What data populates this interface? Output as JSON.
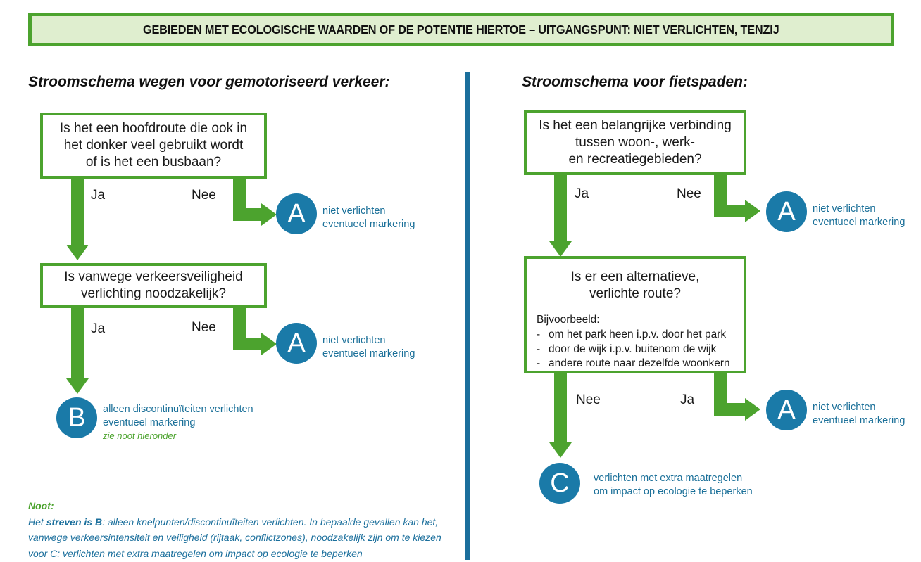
{
  "header": {
    "title": "GEBIEDEN MET ECOLOGISCHE WAARDEN OF DE POTENTIE HIERTOE – UITGANGSPUNT: NIET VERLICHTEN, TENZIJ",
    "band_color": "#4ca32e",
    "fill_color": "#dfeecf"
  },
  "colors": {
    "green": "#4ca32e",
    "blue": "#1a7aa8",
    "divider_blue": "#1b6f9c",
    "text_dark": "#1a1a1a"
  },
  "left_column": {
    "heading": "Stroomschema wegen voor gemotoriseerd verkeer:",
    "box1": {
      "text": "Is het een hoofdroute die ook in\nhet donker veel gebruikt wordt\nof is het een busbaan?"
    },
    "box1_branch_ja": "Ja",
    "box1_branch_nee": "Nee",
    "box1_outcome_a": {
      "letter": "A",
      "line1": "niet verlichten",
      "line2": "eventueel markering"
    },
    "box2": {
      "text": "Is vanwege verkeersveiligheid\nverlichting noodzakelijk?"
    },
    "box2_branch_ja": "Ja",
    "box2_branch_nee": "Nee",
    "box2_outcome_a": {
      "letter": "A",
      "line1": "niet verlichten",
      "line2": "eventueel markering"
    },
    "outcome_b": {
      "letter": "B",
      "line1": "alleen discontinuïteiten verlichten",
      "line2": "eventueel markering",
      "note": "zie noot hieronder"
    }
  },
  "right_column": {
    "heading": "Stroomschema voor fietspaden:",
    "box1": {
      "text": "Is het een belangrijke verbinding\ntussen woon-, werk-\nen recreatiegebieden?"
    },
    "box1_branch_ja": "Ja",
    "box1_branch_nee": "Nee",
    "box1_outcome_a": {
      "letter": "A",
      "line1": "niet verlichten",
      "line2": "eventueel markering"
    },
    "box2": {
      "text": "Is er een alternatieve,\nverlichte route?",
      "example_title": "Bijvoorbeeld:",
      "example_items": [
        "om het park heen i.p.v. door het park",
        "door de wijk i.p.v. buitenom de wijk",
        "andere route naar dezelfde woonkern"
      ],
      "bullet_dash": "-"
    },
    "box2_branch_nee": "Nee",
    "box2_branch_ja": "Ja",
    "box2_outcome_a": {
      "letter": "A",
      "line1": "niet verlichten",
      "line2": "eventueel markering"
    },
    "outcome_c": {
      "letter": "C",
      "line1": "verlichten met extra maatregelen",
      "line2": "om impact op ecologie te beperken"
    }
  },
  "footnote": {
    "title": "Noot:",
    "line1_pre": "Het ",
    "line1_bold": "streven is B",
    "line1_post": ": alleen knelpunten/discontinuïteiten verlichten. In bepaalde gevallen kan",
    "line2": "het, vanwege verkeersintensiteit en veiligheid (rijtaak, conflictzones), noodzakelijk zijn om",
    "line3": "te kiezen voor C: verlichten met extra maatregelen om impact op ecologie te beperken"
  }
}
